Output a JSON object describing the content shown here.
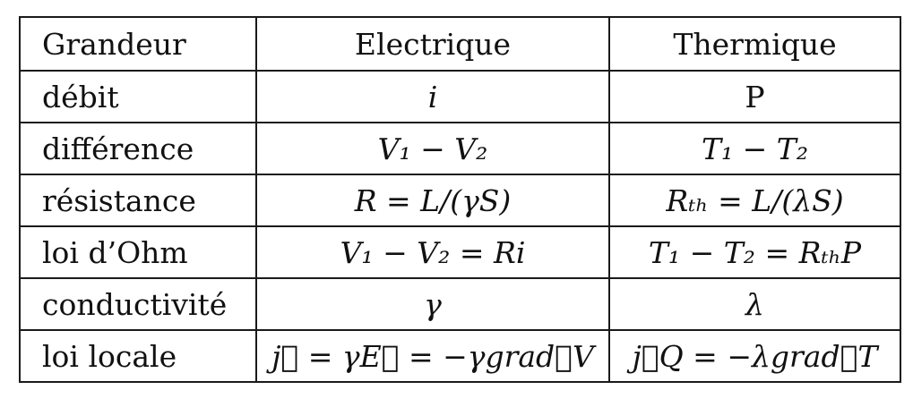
{
  "table": {
    "headers": [
      "Grandeur",
      "Electrique",
      "Thermique"
    ],
    "rows": [
      {
        "quantity": "débit",
        "electrique": "i",
        "thermique": "P"
      },
      {
        "quantity": "différence",
        "electrique": "V₁ − V₂",
        "thermique": "T₁ − T₂"
      },
      {
        "quantity": "résistance",
        "electrique": "R = L/(γS)",
        "thermique": "Rₜₕ = L/(λS)"
      },
      {
        "quantity": "loi d’Ohm",
        "electrique": "V₁ − V₂ = Ri",
        "thermique": "T₁ − T₂ = RₜₕP"
      },
      {
        "quantity": "conductivité",
        "electrique": "γ",
        "thermique": "λ"
      },
      {
        "quantity": "loi locale",
        "electrique": "j⃗ = γE⃗ = −γgrad⃗V",
        "thermique": "j⃗Q = −λgrad⃗T"
      }
    ]
  }
}
